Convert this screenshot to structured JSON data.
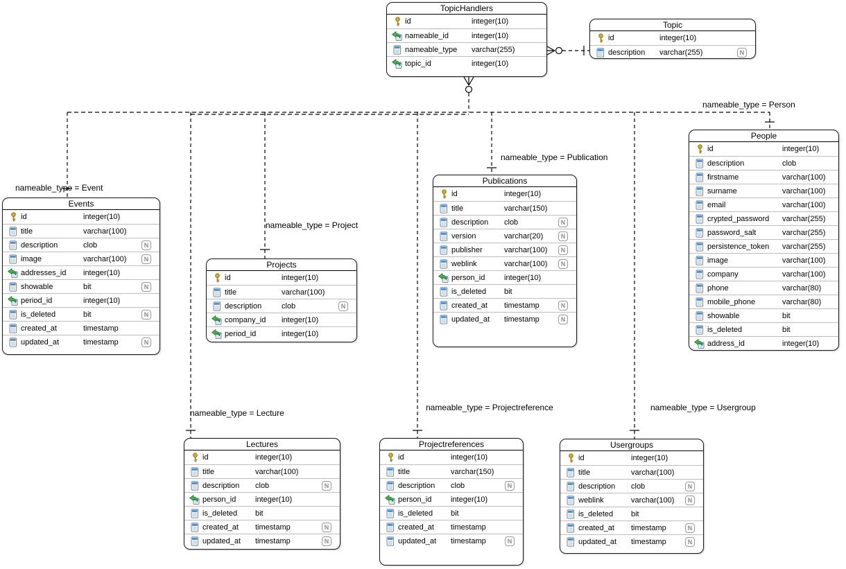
{
  "diagram": {
    "nullable_badge": "N",
    "colors": {
      "line": "#000000",
      "row_divider": "#bdbdbd",
      "pk_gold": "#f0c419",
      "fk_green": "#4caf50",
      "col_blue": "#4d90d9",
      "nullable_gray": "#999999"
    },
    "relationship_labels": {
      "event": "nameable_type = Event",
      "project": "nameable_type = Project",
      "publication": "nameable_type = Publication",
      "person": "nameable_type = Person",
      "lecture": "nameable_type = Lecture",
      "projectreference": "nameable_type = Projectreference",
      "usergroup": "nameable_type = Usergroup"
    },
    "relationships": [
      {
        "from": "TopicHandlers",
        "to": "Topic"
      },
      {
        "from": "TopicHandlers",
        "to": "Events",
        "label": "nameable_type = Event"
      },
      {
        "from": "TopicHandlers",
        "to": "Projects",
        "label": "nameable_type = Project"
      },
      {
        "from": "TopicHandlers",
        "to": "Publications",
        "label": "nameable_type = Publication"
      },
      {
        "from": "TopicHandlers",
        "to": "People",
        "label": "nameable_type = Person"
      },
      {
        "from": "TopicHandlers",
        "to": "Lectures",
        "label": "nameable_type = Lecture"
      },
      {
        "from": "TopicHandlers",
        "to": "Projectreferences",
        "label": "nameable_type = Projectreference"
      },
      {
        "from": "TopicHandlers",
        "to": "Usergroups",
        "label": "nameable_type = Usergroup"
      }
    ],
    "tables": {
      "topic_handlers": {
        "title": "TopicHandlers",
        "fields": [
          {
            "name": "id",
            "type": "integer(10)",
            "icon": "pk",
            "nullable": false
          },
          {
            "name": "nameable_id",
            "type": "integer(10)",
            "icon": "fk",
            "nullable": false
          },
          {
            "name": "nameable_type",
            "type": "varchar(255)",
            "icon": "col",
            "nullable": false
          },
          {
            "name": "topic_id",
            "type": "integer(10)",
            "icon": "fk",
            "nullable": false
          }
        ]
      },
      "topic": {
        "title": "Topic",
        "fields": [
          {
            "name": "id",
            "type": "integer(10)",
            "icon": "pk",
            "nullable": false
          },
          {
            "name": "description",
            "type": "varchar(255)",
            "icon": "col",
            "nullable": true
          }
        ]
      },
      "events": {
        "title": "Events",
        "fields": [
          {
            "name": "id",
            "type": "integer(10)",
            "icon": "pk",
            "nullable": false
          },
          {
            "name": "title",
            "type": "varchar(100)",
            "icon": "col",
            "nullable": false
          },
          {
            "name": "description",
            "type": "clob",
            "icon": "col",
            "nullable": true
          },
          {
            "name": "image",
            "type": "varchar(100)",
            "icon": "col",
            "nullable": true
          },
          {
            "name": "addresses_id",
            "type": "integer(10)",
            "icon": "fk",
            "nullable": false
          },
          {
            "name": "showable",
            "type": "bit",
            "icon": "col",
            "nullable": true
          },
          {
            "name": "period_id",
            "type": "integer(10)",
            "icon": "fk",
            "nullable": false
          },
          {
            "name": "is_deleted",
            "type": "bit",
            "icon": "col",
            "nullable": true
          },
          {
            "name": "created_at",
            "type": "timestamp",
            "icon": "col",
            "nullable": false
          },
          {
            "name": "updated_at",
            "type": "timestamp",
            "icon": "col",
            "nullable": true
          }
        ]
      },
      "projects": {
        "title": "Projects",
        "fields": [
          {
            "name": "id",
            "type": "integer(10)",
            "icon": "pk",
            "nullable": false
          },
          {
            "name": "title",
            "type": "varchar(100)",
            "icon": "col",
            "nullable": false
          },
          {
            "name": "description",
            "type": "clob",
            "icon": "col",
            "nullable": true
          },
          {
            "name": "company_id",
            "type": "integer(10)",
            "icon": "fk",
            "nullable": false
          },
          {
            "name": "period_id",
            "type": "integer(10)",
            "icon": "fk",
            "nullable": false
          }
        ]
      },
      "publications": {
        "title": "Publications",
        "fields": [
          {
            "name": "id",
            "type": "integer(10)",
            "icon": "pk",
            "nullable": false
          },
          {
            "name": "title",
            "type": "varchar(150)",
            "icon": "col",
            "nullable": false
          },
          {
            "name": "description",
            "type": "clob",
            "icon": "col",
            "nullable": true
          },
          {
            "name": "version",
            "type": "varchar(20)",
            "icon": "col",
            "nullable": true
          },
          {
            "name": "publisher",
            "type": "varchar(100)",
            "icon": "col",
            "nullable": true
          },
          {
            "name": "weblink",
            "type": "varchar(100)",
            "icon": "col",
            "nullable": true
          },
          {
            "name": "person_id",
            "type": "integer(10)",
            "icon": "fk",
            "nullable": false
          },
          {
            "name": "is_deleted",
            "type": "bit",
            "icon": "col",
            "nullable": false
          },
          {
            "name": "created_at",
            "type": "timestamp",
            "icon": "col",
            "nullable": true
          },
          {
            "name": "updated_at",
            "type": "timestamp",
            "icon": "col",
            "nullable": true
          }
        ]
      },
      "people": {
        "title": "People",
        "fields": [
          {
            "name": "id",
            "type": "integer(10)",
            "icon": "pk",
            "nullable": false
          },
          {
            "name": "description",
            "type": "clob",
            "icon": "col",
            "nullable": false
          },
          {
            "name": "firstname",
            "type": "varchar(100)",
            "icon": "col",
            "nullable": false
          },
          {
            "name": "surname",
            "type": "varchar(100)",
            "icon": "col",
            "nullable": false
          },
          {
            "name": "email",
            "type": "varchar(100)",
            "icon": "col",
            "nullable": false
          },
          {
            "name": "crypted_password",
            "type": "varchar(255)",
            "icon": "col",
            "nullable": false
          },
          {
            "name": "password_salt",
            "type": "varchar(255)",
            "icon": "col",
            "nullable": false
          },
          {
            "name": "persistence_token",
            "type": "varchar(255)",
            "icon": "col",
            "nullable": false
          },
          {
            "name": "image",
            "type": "varchar(100)",
            "icon": "col",
            "nullable": false
          },
          {
            "name": "company",
            "type": "varchar(100)",
            "icon": "col",
            "nullable": false
          },
          {
            "name": "phone",
            "type": "varchar(80)",
            "icon": "col",
            "nullable": false
          },
          {
            "name": "mobile_phone",
            "type": "varchar(80)",
            "icon": "col",
            "nullable": false
          },
          {
            "name": "showable",
            "type": "bit",
            "icon": "col",
            "nullable": false
          },
          {
            "name": "is_deleted",
            "type": "bit",
            "icon": "col",
            "nullable": false
          },
          {
            "name": "address_id",
            "type": "integer(10)",
            "icon": "fk",
            "nullable": false
          }
        ]
      },
      "lectures": {
        "title": "Lectures",
        "fields": [
          {
            "name": "id",
            "type": "integer(10)",
            "icon": "pk",
            "nullable": false
          },
          {
            "name": "title",
            "type": "varchar(100)",
            "icon": "col",
            "nullable": false
          },
          {
            "name": "description",
            "type": "clob",
            "icon": "col",
            "nullable": true
          },
          {
            "name": "person_id",
            "type": "integer(10)",
            "icon": "fk",
            "nullable": false
          },
          {
            "name": "is_deleted",
            "type": "bit",
            "icon": "col",
            "nullable": false
          },
          {
            "name": "created_at",
            "type": "timestamp",
            "icon": "col",
            "nullable": true
          },
          {
            "name": "updated_at",
            "type": "timestamp",
            "icon": "col",
            "nullable": true
          }
        ]
      },
      "projectreferences": {
        "title": "Projectreferences",
        "fields": [
          {
            "name": "id",
            "type": "integer(10)",
            "icon": "pk",
            "nullable": false
          },
          {
            "name": "title",
            "type": "varchar(150)",
            "icon": "col",
            "nullable": false
          },
          {
            "name": "description",
            "type": "clob",
            "icon": "col",
            "nullable": true
          },
          {
            "name": "person_id",
            "type": "integer(10)",
            "icon": "fk",
            "nullable": false
          },
          {
            "name": "is_deleted",
            "type": "bit",
            "icon": "col",
            "nullable": false
          },
          {
            "name": "created_at",
            "type": "timestamp",
            "icon": "col",
            "nullable": false
          },
          {
            "name": "updated_at",
            "type": "timestamp",
            "icon": "col",
            "nullable": true
          }
        ]
      },
      "usergroups": {
        "title": "Usergroups",
        "fields": [
          {
            "name": "id",
            "type": "integer(10)",
            "icon": "pk",
            "nullable": false
          },
          {
            "name": "title",
            "type": "varchar(100)",
            "icon": "col",
            "nullable": false
          },
          {
            "name": "description",
            "type": "clob",
            "icon": "col",
            "nullable": true
          },
          {
            "name": "weblink",
            "type": "varchar(100)",
            "icon": "col",
            "nullable": true
          },
          {
            "name": "is_deleted",
            "type": "bit",
            "icon": "col",
            "nullable": false
          },
          {
            "name": "created_at",
            "type": "timestamp",
            "icon": "col",
            "nullable": true
          },
          {
            "name": "updated_at",
            "type": "timestamp",
            "icon": "col",
            "nullable": true
          }
        ]
      }
    }
  }
}
